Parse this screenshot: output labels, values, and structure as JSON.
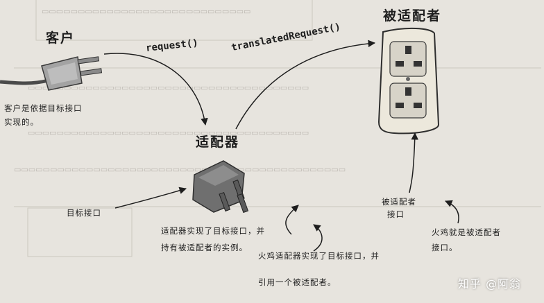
{
  "diagram": {
    "client": {
      "title": "客户",
      "note": "客户是依据目标接口实现的。"
    },
    "adapter": {
      "title": "适配器",
      "note_line1": "适配器实现了目标接口，并",
      "note_line2": "持有被适配者的实例。"
    },
    "adaptee": {
      "title": "被适配者",
      "note_line1": "被适配者",
      "note_line2": "接口"
    },
    "methods": {
      "request": "request()",
      "translated": "translatedRequest()"
    },
    "target_interface_label": "目标接口",
    "turkey_adapter_note_line1": "火鸡适配器实现了目标接口，并",
    "turkey_adapter_note_line2": "引用一个被适配者。",
    "turkey_adaptee_note_line1": "火鸡就是被适配者",
    "turkey_adaptee_note_line2": "接口。"
  },
  "watermark": "知乎 @阿翁",
  "icons": [
    "plug-icon",
    "adapter-plug-icon",
    "wall-socket-icon"
  ],
  "colors": {
    "paper": "#e7e4de",
    "ink": "#1e1e1e",
    "socket": "#ece8dc",
    "plug": "#9a9a9a"
  }
}
